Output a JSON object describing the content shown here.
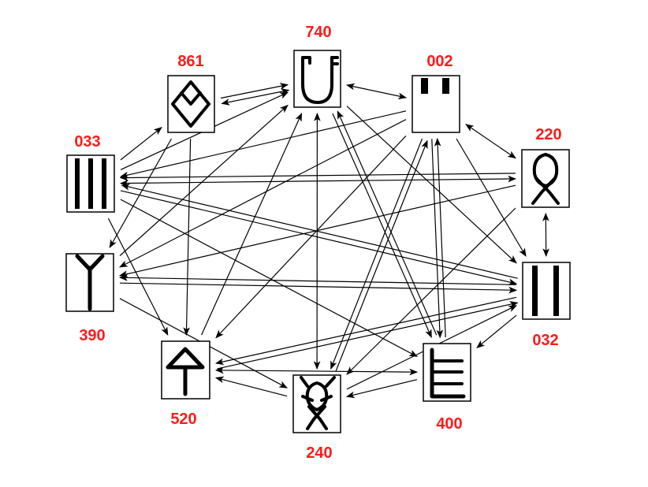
{
  "label_color": "#ff1a1a",
  "nodes": [
    {
      "id": "n740",
      "label": "740",
      "glyph": "u-fork-glyph"
    },
    {
      "id": "n861",
      "label": "861",
      "glyph": "diamond-heart-glyph"
    },
    {
      "id": "n002",
      "label": "002",
      "glyph": "two-blocks-glyph"
    },
    {
      "id": "n033",
      "label": "033",
      "glyph": "triple-bar-glyph"
    },
    {
      "id": "n220",
      "label": "220",
      "glyph": "loop-figure-glyph"
    },
    {
      "id": "n390",
      "label": "390",
      "glyph": "y-fork-glyph"
    },
    {
      "id": "n032",
      "label": "032",
      "glyph": "double-bar-glyph"
    },
    {
      "id": "n520",
      "label": "520",
      "glyph": "arrow-up-glyph"
    },
    {
      "id": "n400",
      "label": "400",
      "glyph": "comb-glyph"
    },
    {
      "id": "n240",
      "label": "240",
      "glyph": "cross-figure-glyph"
    }
  ],
  "edges": [
    {
      "from": "n861",
      "to": "n740",
      "bidirectional": false
    },
    {
      "from": "n861",
      "to": "n740",
      "bidirectional": true
    },
    {
      "from": "n740",
      "to": "n002",
      "bidirectional": true
    },
    {
      "from": "n002",
      "to": "n220",
      "bidirectional": true
    },
    {
      "from": "n220",
      "to": "n032",
      "bidirectional": true
    },
    {
      "from": "n033",
      "to": "n861",
      "bidirectional": false
    },
    {
      "from": "n033",
      "to": "n740",
      "bidirectional": false
    },
    {
      "from": "n033",
      "to": "n220",
      "bidirectional": true
    },
    {
      "from": "n002",
      "to": "n033",
      "bidirectional": false
    },
    {
      "from": "n002",
      "to": "n390",
      "bidirectional": false
    },
    {
      "from": "n002",
      "to": "n520",
      "bidirectional": false
    },
    {
      "from": "n002",
      "to": "n240",
      "bidirectional": false
    },
    {
      "from": "n002",
      "to": "n032",
      "bidirectional": false
    },
    {
      "from": "n400",
      "to": "n002",
      "bidirectional": false
    },
    {
      "from": "n861",
      "to": "n390",
      "bidirectional": false
    },
    {
      "from": "n861",
      "to": "n520",
      "bidirectional": false
    },
    {
      "from": "n740",
      "to": "n240",
      "bidirectional": true
    },
    {
      "from": "n740",
      "to": "n032",
      "bidirectional": false
    },
    {
      "from": "n740",
      "to": "n400",
      "bidirectional": false
    },
    {
      "from": "n033",
      "to": "n520",
      "bidirectional": false
    },
    {
      "from": "n033",
      "to": "n032",
      "bidirectional": false
    },
    {
      "from": "n033",
      "to": "n400",
      "bidirectional": false
    },
    {
      "from": "n220",
      "to": "n033",
      "bidirectional": false
    },
    {
      "from": "n220",
      "to": "n390",
      "bidirectional": false
    },
    {
      "from": "n220",
      "to": "n240",
      "bidirectional": false
    },
    {
      "from": "n390",
      "to": "n740",
      "bidirectional": false
    },
    {
      "from": "n390",
      "to": "n032",
      "bidirectional": false
    },
    {
      "from": "n032",
      "to": "n390",
      "bidirectional": false
    },
    {
      "from": "n390",
      "to": "n240",
      "bidirectional": false
    },
    {
      "from": "n032",
      "to": "n033",
      "bidirectional": false
    },
    {
      "from": "n032",
      "to": "n520",
      "bidirectional": false
    },
    {
      "from": "n032",
      "to": "n400",
      "bidirectional": false
    },
    {
      "from": "n520",
      "to": "n740",
      "bidirectional": false
    },
    {
      "from": "n520",
      "to": "n032",
      "bidirectional": false
    },
    {
      "from": "n520",
      "to": "n400",
      "bidirectional": true
    },
    {
      "from": "n240",
      "to": "n520",
      "bidirectional": false
    },
    {
      "from": "n240",
      "to": "n002",
      "bidirectional": false
    },
    {
      "from": "n240",
      "to": "n032",
      "bidirectional": false
    },
    {
      "from": "n400",
      "to": "n740",
      "bidirectional": false
    },
    {
      "from": "n400",
      "to": "n240",
      "bidirectional": false
    },
    {
      "from": "n002",
      "to": "n400",
      "bidirectional": false
    }
  ]
}
